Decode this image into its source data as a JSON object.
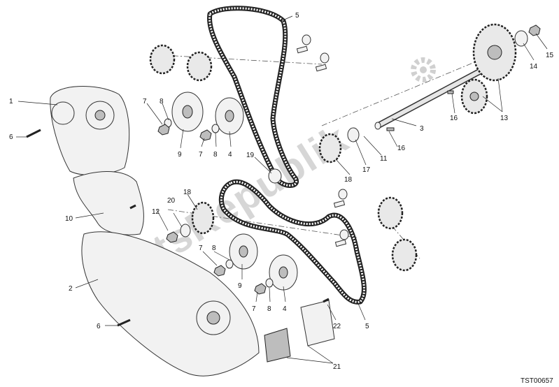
{
  "watermark": {
    "text": "PartsRepublik",
    "logo_icon": "gear-logo-icon"
  },
  "drawing_code": "TST00657",
  "callouts": [
    {
      "id": "c1",
      "text": "1"
    },
    {
      "id": "c2",
      "text": "2"
    },
    {
      "id": "c3",
      "text": "3"
    },
    {
      "id": "c4a",
      "text": "4"
    },
    {
      "id": "c4b",
      "text": "4"
    },
    {
      "id": "c5a",
      "text": "5"
    },
    {
      "id": "c5b",
      "text": "5"
    },
    {
      "id": "c6a",
      "text": "6"
    },
    {
      "id": "c6b",
      "text": "6"
    },
    {
      "id": "c7a",
      "text": "7"
    },
    {
      "id": "c7b",
      "text": "7"
    },
    {
      "id": "c7c",
      "text": "7"
    },
    {
      "id": "c7d",
      "text": "7"
    },
    {
      "id": "c8a",
      "text": "8"
    },
    {
      "id": "c8b",
      "text": "8"
    },
    {
      "id": "c8c",
      "text": "8"
    },
    {
      "id": "c8d",
      "text": "8"
    },
    {
      "id": "c9a",
      "text": "9"
    },
    {
      "id": "c9b",
      "text": "9"
    },
    {
      "id": "c10",
      "text": "10"
    },
    {
      "id": "c11",
      "text": "11"
    },
    {
      "id": "c12",
      "text": "12"
    },
    {
      "id": "c13",
      "text": "13"
    },
    {
      "id": "c14",
      "text": "14"
    },
    {
      "id": "c15",
      "text": "15"
    },
    {
      "id": "c16a",
      "text": "16"
    },
    {
      "id": "c16b",
      "text": "16"
    },
    {
      "id": "c17",
      "text": "17"
    },
    {
      "id": "c18a",
      "text": "18"
    },
    {
      "id": "c18b",
      "text": "18"
    },
    {
      "id": "c19",
      "text": "19"
    },
    {
      "id": "c20",
      "text": "20"
    },
    {
      "id": "c21",
      "text": "21"
    },
    {
      "id": "c22",
      "text": "22"
    }
  ]
}
